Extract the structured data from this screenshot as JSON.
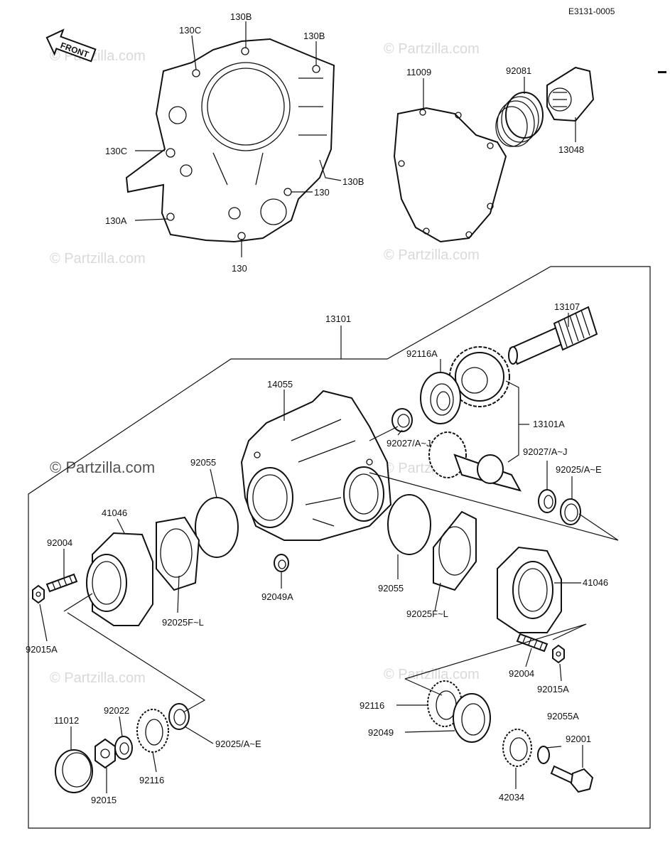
{
  "diagram": {
    "reference_code": "E3131-0005",
    "front_label": "FRONT",
    "watermark": "© Partzilla.com",
    "callouts": [
      {
        "id": "130B_top",
        "text": "130B"
      },
      {
        "id": "130C_top",
        "text": "130C"
      },
      {
        "id": "130B_right",
        "text": "130B"
      },
      {
        "id": "130C_left",
        "text": "130C"
      },
      {
        "id": "130B_side",
        "text": "130B"
      },
      {
        "id": "130_right",
        "text": "130"
      },
      {
        "id": "130A",
        "text": "130A"
      },
      {
        "id": "130_bottom",
        "text": "130"
      },
      {
        "id": "11009",
        "text": "11009"
      },
      {
        "id": "92081",
        "text": "92081"
      },
      {
        "id": "13048",
        "text": "13048"
      },
      {
        "id": "13107",
        "text": "13107"
      },
      {
        "id": "13101",
        "text": "13101"
      },
      {
        "id": "92116A",
        "text": "92116A"
      },
      {
        "id": "14055",
        "text": "14055"
      },
      {
        "id": "13101A",
        "text": "13101A"
      },
      {
        "id": "92027_upper",
        "text": "92027/A~J"
      },
      {
        "id": "92027_right",
        "text": "92027/A~J"
      },
      {
        "id": "92025_AE_right",
        "text": "92025/A~E"
      },
      {
        "id": "92055_left",
        "text": "92055"
      },
      {
        "id": "41046_left",
        "text": "41046"
      },
      {
        "id": "92004_left",
        "text": "92004"
      },
      {
        "id": "92025FL_left",
        "text": "92025F~L"
      },
      {
        "id": "92049A",
        "text": "92049A"
      },
      {
        "id": "92055_right",
        "text": "92055"
      },
      {
        "id": "92025FL_right",
        "text": "92025F~L"
      },
      {
        "id": "41046_right",
        "text": "41046"
      },
      {
        "id": "92015A_left",
        "text": "92015A"
      },
      {
        "id": "92004_right",
        "text": "92004"
      },
      {
        "id": "92015A_right",
        "text": "92015A"
      },
      {
        "id": "92116_right",
        "text": "92116"
      },
      {
        "id": "92049",
        "text": "92049"
      },
      {
        "id": "92055A",
        "text": "92055A"
      },
      {
        "id": "92001",
        "text": "92001"
      },
      {
        "id": "42034",
        "text": "42034"
      },
      {
        "id": "11012",
        "text": "11012"
      },
      {
        "id": "92022",
        "text": "92022"
      },
      {
        "id": "92025_AE_bottom",
        "text": "92025/A~E"
      },
      {
        "id": "92116_left",
        "text": "92116"
      },
      {
        "id": "92015",
        "text": "92015"
      }
    ]
  }
}
